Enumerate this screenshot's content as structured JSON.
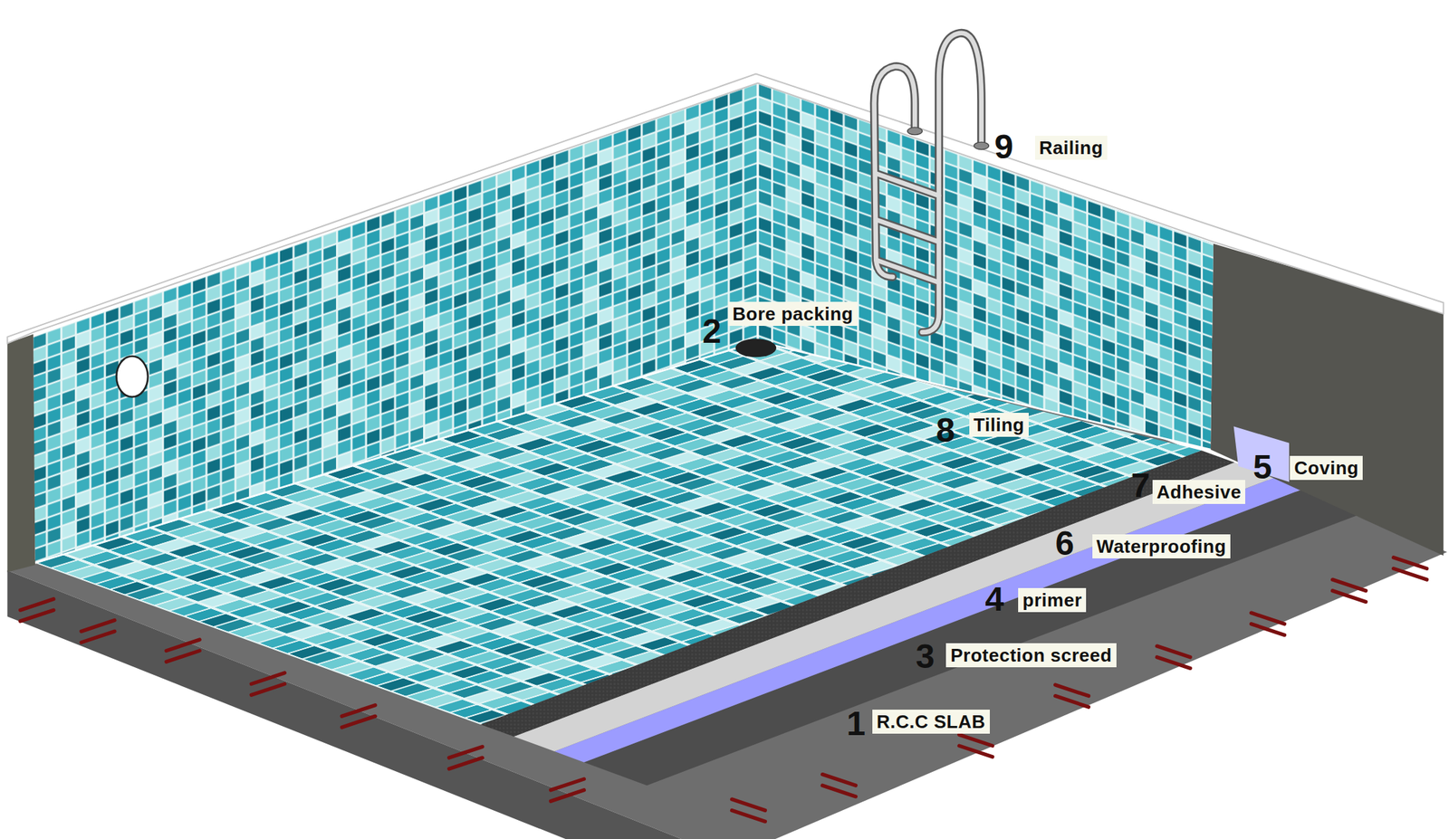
{
  "diagram": {
    "labels": [
      "9",
      "Railing",
      "2",
      "Bore packing",
      "8",
      "Tiling",
      "5",
      "Coving",
      "7",
      "Adhesive",
      "6",
      "Waterproofing",
      "4",
      "primer",
      "3",
      "Protection screed",
      "1",
      "R.C.C SLAB"
    ]
  }
}
